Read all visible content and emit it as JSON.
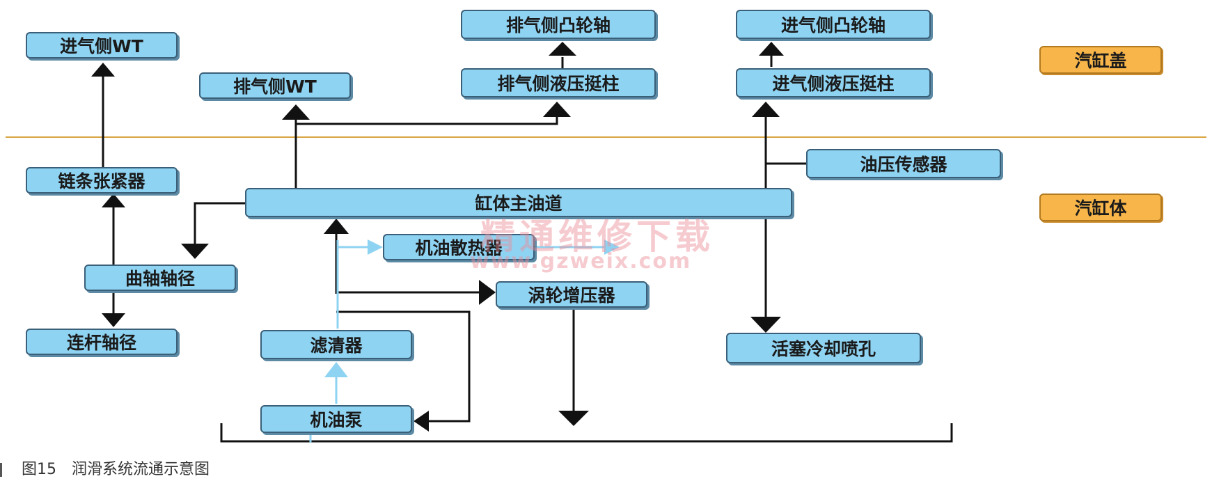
{
  "nodes": {
    "intake_wt": "进气侧WT",
    "exhaust_wt": "排气侧WT",
    "exhaust_cam": "排气侧凸轮轴",
    "exhaust_lifter": "排气侧液压挺柱",
    "intake_cam": "进气侧凸轮轴",
    "intake_lifter": "进气侧液压挺柱",
    "chain_tensioner": "链条张紧器",
    "main_gallery": "缸体主油道",
    "oil_pressure_sensor": "油压传感器",
    "oil_cooler": "机油散热器",
    "crank_journal": "曲轴轴径",
    "conrod_journal": "连杆轴径",
    "turbocharger": "涡轮增压器",
    "oil_filter": "滤清器",
    "oil_pump": "机油泵",
    "piston_jet": "活塞冷却喷孔"
  },
  "zones": {
    "head": "汽缸盖",
    "block": "汽缸体"
  },
  "caption": {
    "figure": "图15",
    "title": "润滑系统流通示意图"
  },
  "watermark": {
    "cn": "精通维修下载",
    "url": "www.gzweix.com"
  },
  "colors": {
    "box_fill": "#8fd3f2",
    "box_border": "#3a5f78",
    "zone_fill": "#f7b54a",
    "divider": "#d9a441",
    "arrow": "#111111",
    "filtered_flow": "#8fd3f2"
  }
}
